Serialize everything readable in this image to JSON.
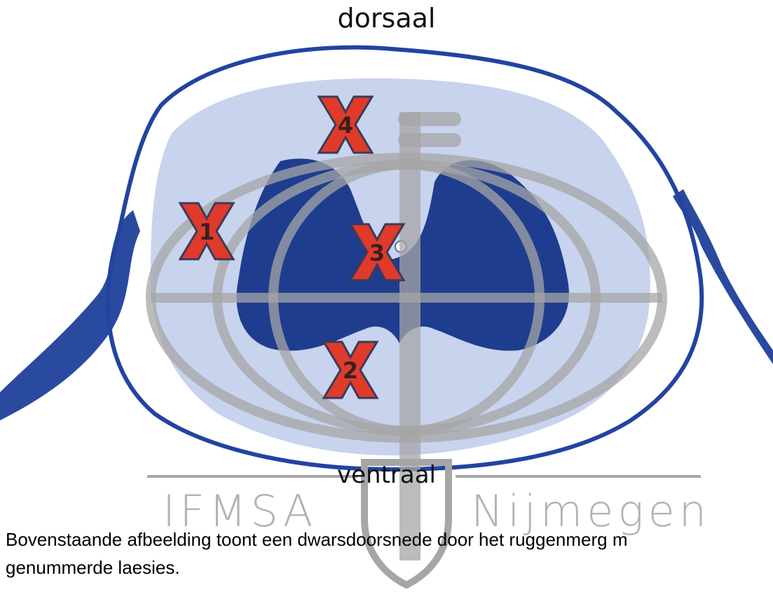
{
  "orientation": {
    "top": "dorsaal",
    "bottom": "ventraal"
  },
  "lesions": [
    {
      "number": "1"
    },
    {
      "number": "2"
    },
    {
      "number": "3"
    },
    {
      "number": "4"
    }
  ],
  "watermark": {
    "left": "IFMSA",
    "right": "Nijmegen"
  },
  "caption": {
    "line1": "Bovenstaande afbeelding toont een dwarsdoorsnede door het ruggenmerg m",
    "line2": "genummerde laesies."
  },
  "colors": {
    "stain_dark": "#1f3d8f",
    "stain_light": "#c8d3ee",
    "lesion_marker": "#e03a2a",
    "watermark": "#b3b3b3"
  }
}
